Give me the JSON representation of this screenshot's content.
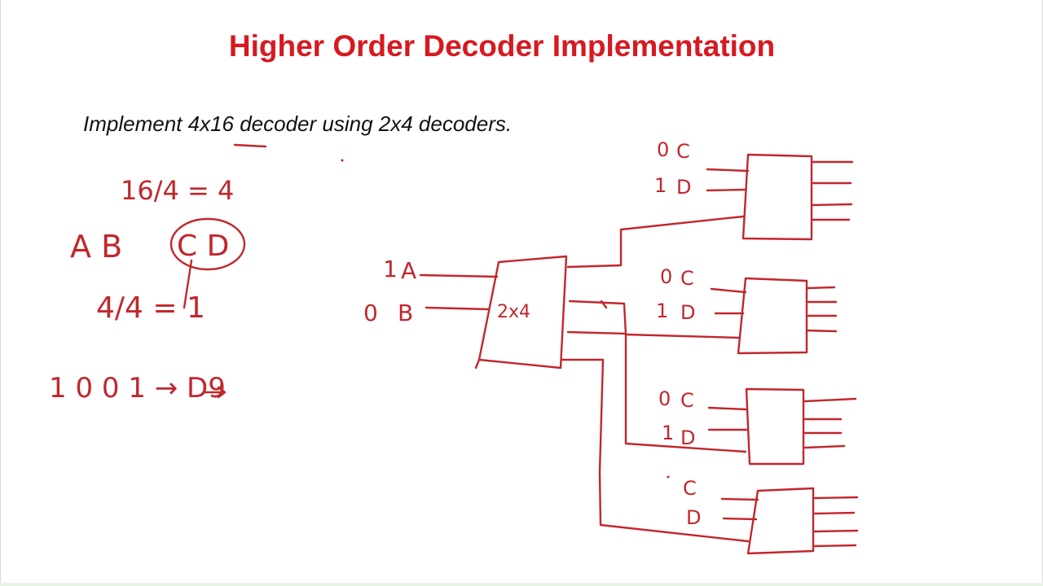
{
  "slide": {
    "title": "Higher Order Decoder Implementation",
    "subtitle": "Implement 4x16 decoder using 2x4 decoders."
  },
  "annotations": {
    "ratio_1": "16/4 = 4",
    "inputs": "A  B",
    "circled_inputs": "C D",
    "ratio_2": "4/4 = 1",
    "example": "1 0 0 1  →  D9"
  },
  "diagram": {
    "first_stage": {
      "label": "2x4",
      "inputs": [
        {
          "bit": "1",
          "name": "A"
        },
        {
          "bit": "0",
          "name": "B"
        }
      ]
    },
    "second_stage": [
      {
        "inputs": [
          {
            "bit": "0",
            "name": "C"
          },
          {
            "bit": "1",
            "name": "D"
          }
        ]
      },
      {
        "inputs": [
          {
            "bit": "0",
            "name": "C"
          },
          {
            "bit": "1",
            "name": "D"
          }
        ]
      },
      {
        "inputs": [
          {
            "bit": "0",
            "name": "C"
          },
          {
            "bit": "1",
            "name": "D"
          }
        ]
      },
      {
        "inputs": [
          {
            "bit": "",
            "name": "C"
          },
          {
            "bit": "",
            "name": "D"
          }
        ]
      }
    ]
  },
  "colors": {
    "title": "#d71920",
    "ink": "#c1272d",
    "text": "#111111"
  }
}
